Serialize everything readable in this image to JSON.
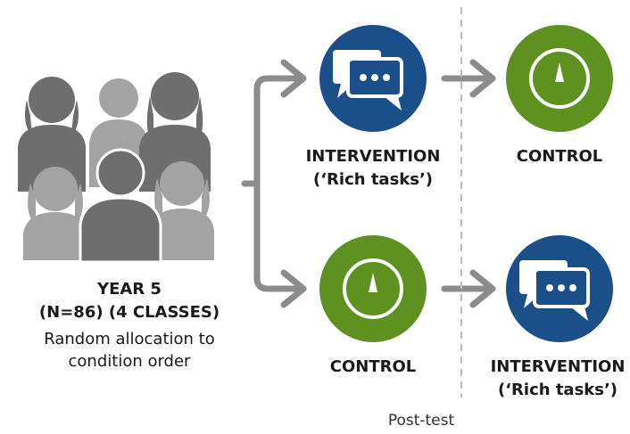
{
  "group": {
    "line1": "YEAR 5",
    "line2": "(N=86) (4 CLASSES)",
    "desc1": "Random allocation to",
    "desc2": "condition order"
  },
  "top_row": {
    "first_title": "INTERVENTION",
    "first_subtitle": "(‘Rich tasks’)",
    "second_title": "CONTROL"
  },
  "bottom_row": {
    "first_title": "CONTROL",
    "second_title": "INTERVENTION",
    "second_subtitle": "(‘Rich tasks’)"
  },
  "divider_label": "Post-test",
  "colors": {
    "intervention": "#1b4f8a",
    "control": "#5f9120",
    "arrow": "#8c8c8c",
    "people_dark": "#6e6e6e",
    "people_light": "#a3a3a3"
  },
  "icons": {
    "intervention": "speech-bubbles-icon",
    "control": "stopwatch-icon",
    "group": "people-group-icon"
  }
}
